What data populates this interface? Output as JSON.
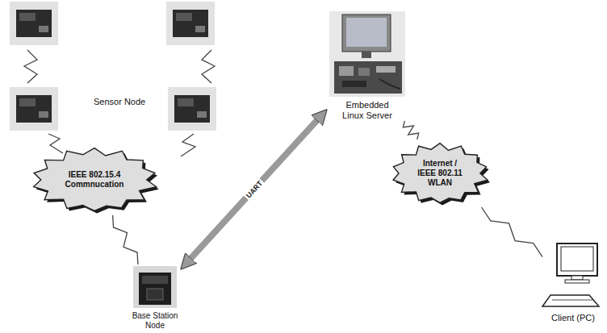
{
  "diagram": {
    "nodes": [
      {
        "text": [
          "Embedded Linux Server"
        ]
      },
      {
        "text": [
          "Internet / IEEE 802.11 WLAN"
        ]
      },
      {
        "text": [
          "IEEE 802.15.4 Commnucation"
        ]
      },
      {
        "text": [
          "Client (PC)"
        ]
      },
      {
        "text": [
          "Base Station Node"
        ]
      }
    ],
    "edges": [
      {
        "from": 2,
        "to": 4,
        "arrow": "none"
      },
      {
        "from": 4,
        "to": 0,
        "label": "UART",
        "arrow": "both"
      },
      {
        "from": 0,
        "to": 1,
        "arrow": "none"
      },
      {
        "from": 1,
        "to": 3,
        "arrow": "none"
      }
    ],
    "labels": [
      "Sensor Node"
    ]
  }
}
